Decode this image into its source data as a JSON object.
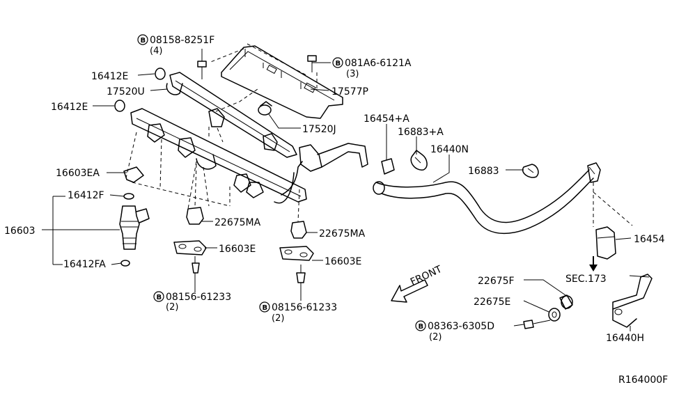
{
  "diagram_id": "R164000F",
  "bolt_badge": "B",
  "parts": {
    "p08158_8251F": {
      "code": "08158-8251F",
      "qty": "(4)"
    },
    "p081A6_6121A": {
      "code": "081A6-6121A",
      "qty": "(3)"
    },
    "p16412E_a": "16412E",
    "p16412E_b": "16412E",
    "p17520U": "17520U",
    "p17577P": "17577P",
    "p17520J": "17520J",
    "p16454A": "16454+A",
    "p16883A": "16883+A",
    "p16440N": "16440N",
    "p16883": "16883",
    "p16603EA": "16603EA",
    "p16412F": "16412F",
    "p16603": "16603",
    "p16412FA": "16412FA",
    "p22675MA_a": "22675MA",
    "p22675MA_b": "22675MA",
    "p16603E_a": "16603E",
    "p16603E_b": "16603E",
    "p08156_61233_a": {
      "code": "08156-61233",
      "qty": "(2)"
    },
    "p08156_61233_b": {
      "code": "08156-61233",
      "qty": "(2)"
    },
    "p16454": "16454",
    "sec173": "SEC.173",
    "front": "FRONT",
    "p22675F": "22675F",
    "p22675E": "22675E",
    "p08363_6305D": {
      "code": "08363-6305D",
      "qty": "(2)"
    },
    "p16440H": "16440H"
  }
}
